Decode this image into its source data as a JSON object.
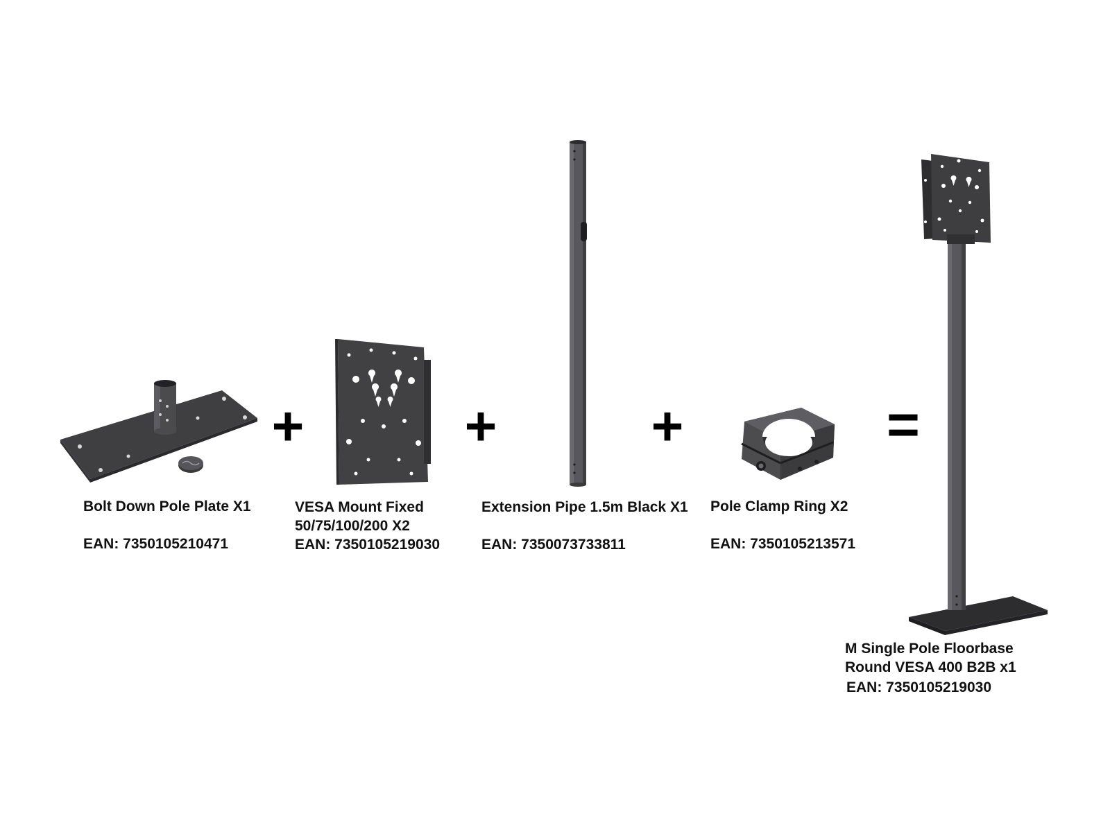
{
  "operators": {
    "plus": "+",
    "equals": "="
  },
  "components": [
    {
      "name": "Bolt Down Pole Plate X1",
      "ean": "EAN: 7350105210471",
      "icon": "bolt-down-pole-plate"
    },
    {
      "name": "VESA Mount Fixed",
      "name_line2": "50/75/100/200 X2",
      "ean": "EAN: 7350105219030",
      "icon": "vesa-mount-plate"
    },
    {
      "name": "Extension Pipe 1.5m Black X1",
      "ean": "EAN: 7350073733811",
      "icon": "extension-pipe"
    },
    {
      "name": "Pole Clamp Ring X2",
      "ean": "EAN: 7350105213571",
      "icon": "pole-clamp-ring"
    }
  ],
  "result": {
    "name": "M Single Pole Floorbase",
    "name_line2": "Round VESA 400 B2B x1",
    "ean": "EAN: 7350105219030",
    "icon": "floorbase-assembly"
  },
  "colors": {
    "metal": "#4a4a4c",
    "metal_dark": "#2e2e30",
    "metal_light": "#6b6b6e",
    "background": "#ffffff",
    "text": "#111111"
  }
}
